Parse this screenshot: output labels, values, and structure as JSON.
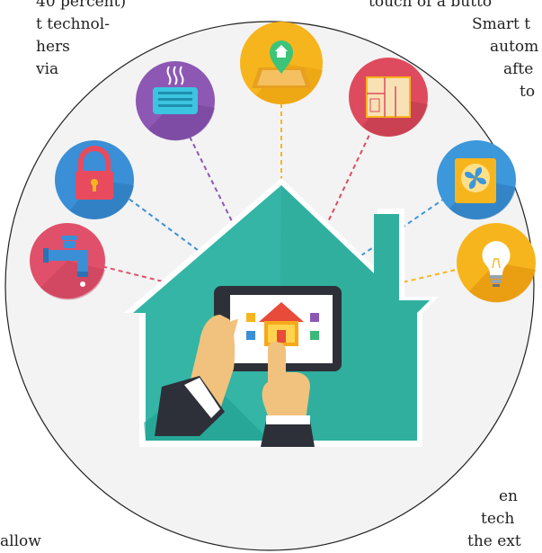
{
  "text_fragments": {
    "left": [
      "40 percent)",
      "t technol-",
      "hers",
      "via"
    ],
    "left_bottom": [
      "allow"
    ],
    "right_top": [
      "touch of a butto",
      "Smart t",
      "autom",
      "afte",
      "to"
    ],
    "right_bottom": [
      "en",
      "tech",
      "the ext"
    ]
  },
  "illustration": {
    "subject": "smart-home-control",
    "icons": [
      "faucet-icon",
      "padlock-icon",
      "heater-icon",
      "map-location-icon",
      "floor-plan-icon",
      "fan-icon",
      "light-bulb-icon"
    ],
    "colors": {
      "house": "#34b5a5",
      "house_dark": "#1f9e8e",
      "circle_bg": "#f1f1f1",
      "faucet": "#e0506a",
      "lock": "#3a8fd6",
      "heater": "#8d58b4",
      "map": "#f7b51d",
      "plan": "#df4b5e",
      "fan": "#3c97db",
      "bulb": "#f7b51d"
    }
  }
}
